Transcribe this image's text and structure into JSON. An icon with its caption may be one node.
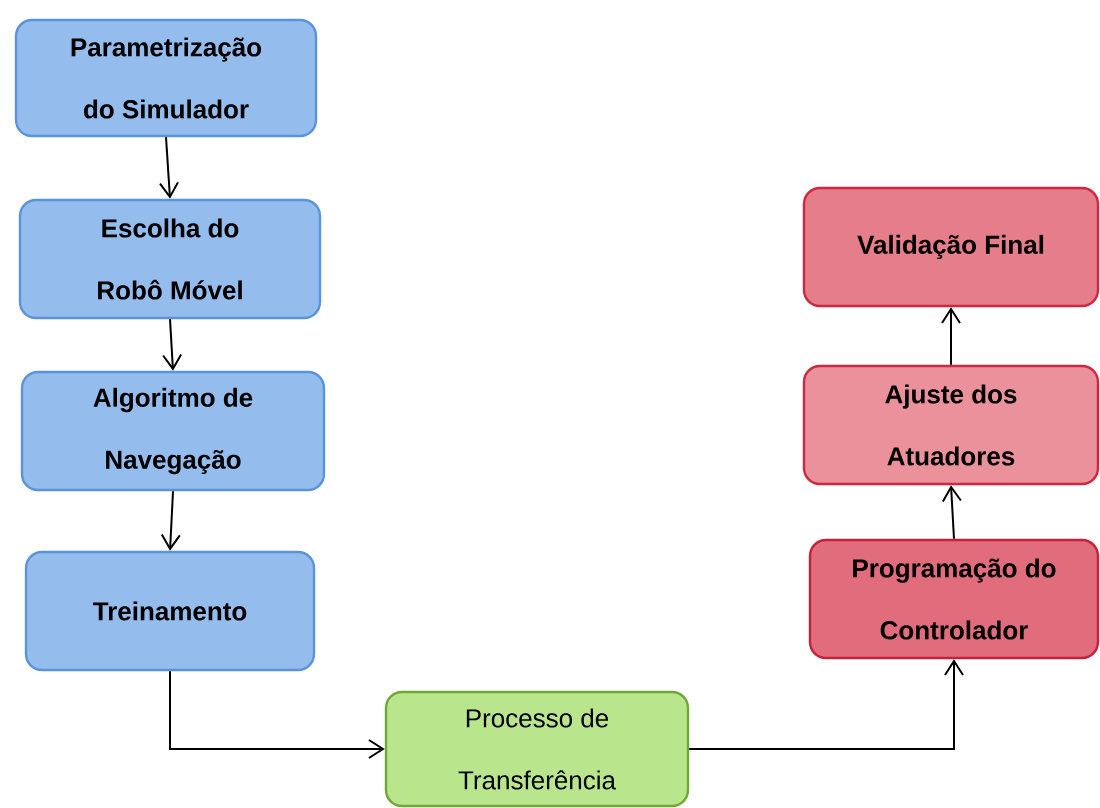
{
  "diagram": {
    "nodes": [
      {
        "text": [
          "Parametrização do Simulador"
        ]
      },
      {
        "text": [
          "Escolha do Robô Móvel"
        ]
      },
      {
        "text": [
          "Algoritmo de Navegação"
        ]
      },
      {
        "text": [
          "Treinamento"
        ]
      },
      {
        "text": [
          "Processo de Transferência"
        ]
      },
      {
        "text": [
          "Programação do Controlador"
        ]
      },
      {
        "text": [
          "Ajuste dos Atuadores"
        ]
      },
      {
        "text": [
          "Validação Final"
        ]
      }
    ],
    "edges": [
      {
        "from": 0,
        "to": 1,
        "arrow": "to"
      },
      {
        "from": 1,
        "to": 2,
        "arrow": "to"
      },
      {
        "from": 2,
        "to": 3,
        "arrow": "to"
      },
      {
        "from": 3,
        "to": 4,
        "arrow": "to"
      },
      {
        "from": 4,
        "to": 5,
        "arrow": "to"
      },
      {
        "from": 5,
        "to": 6,
        "arrow": "to"
      },
      {
        "from": 6,
        "to": 7,
        "arrow": "to"
      }
    ]
  }
}
